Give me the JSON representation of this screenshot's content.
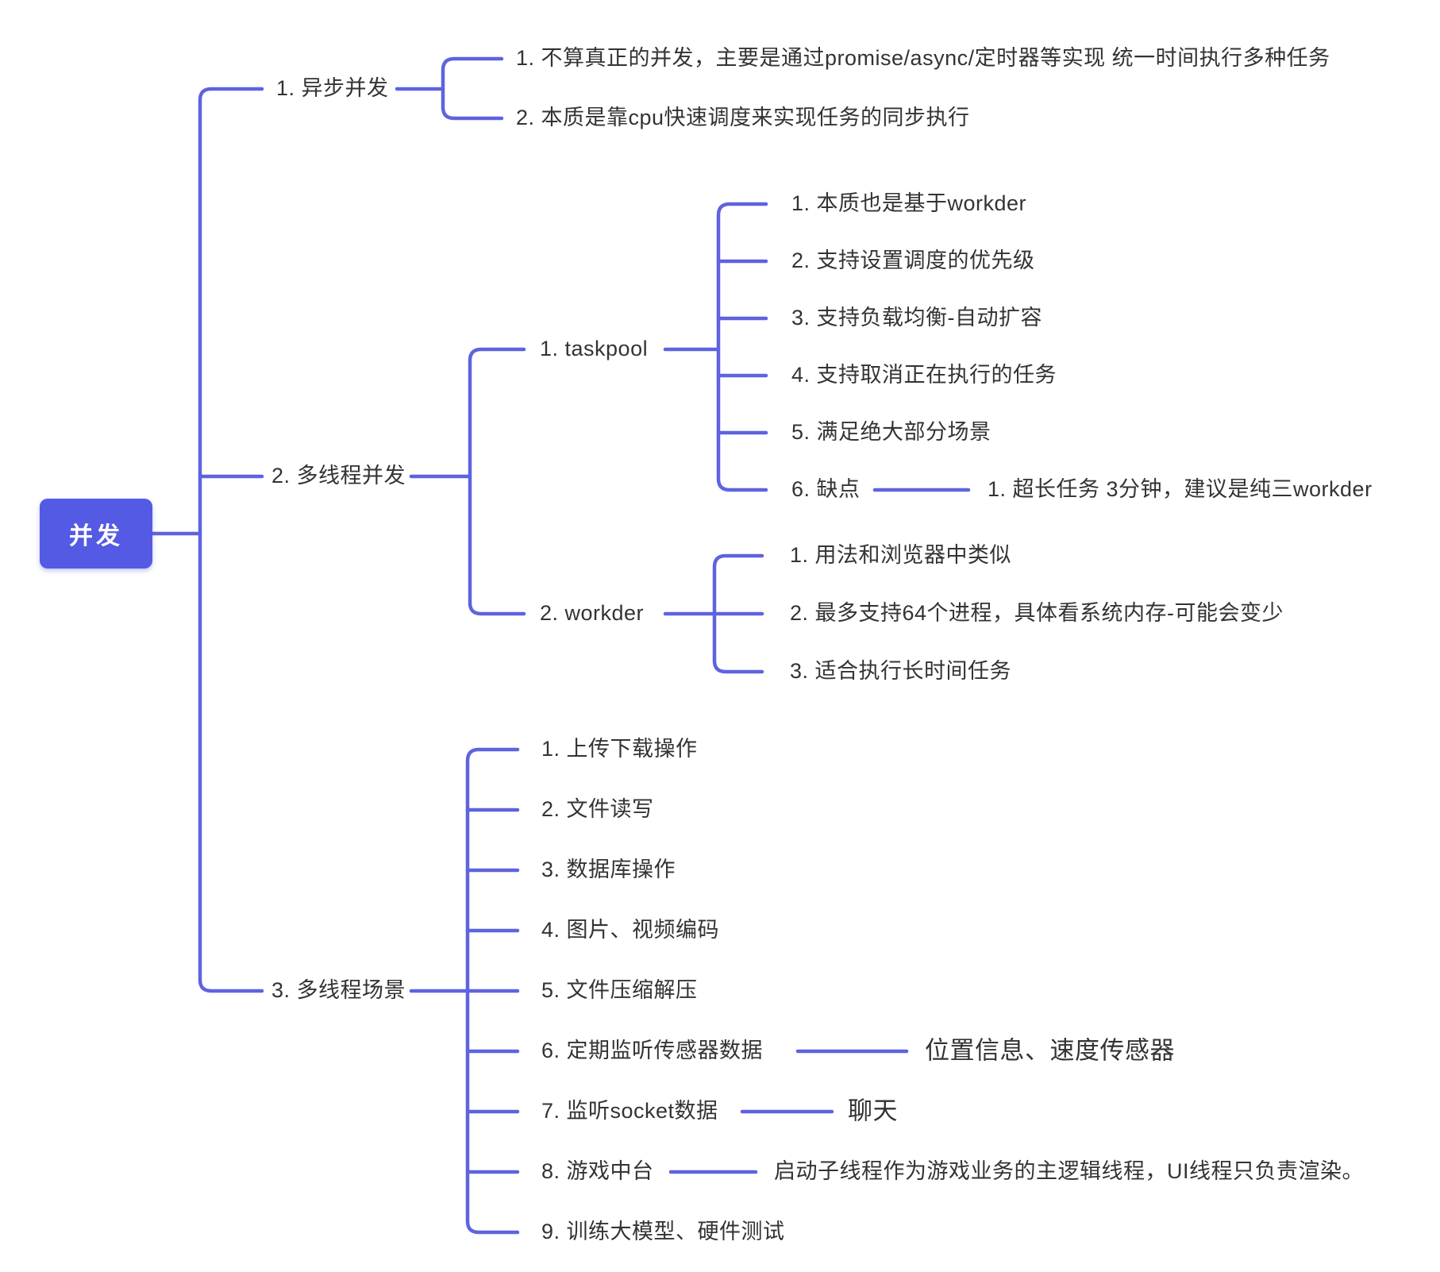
{
  "colors": {
    "line": "#5E63DF",
    "root_fill": "#545AE3",
    "text": "#333333",
    "root_text": "#FFFFFF"
  },
  "root": {
    "label": "并发"
  },
  "branches": [
    {
      "label": "1. 异步并发",
      "children": [
        {
          "label": "1. 不算真正的并发，主要是通过promise/async/定时器等实现 统一时间执行多种任务"
        },
        {
          "label": "2. 本质是靠cpu快速调度来实现任务的同步执行"
        }
      ]
    },
    {
      "label": "2. 多线程并发",
      "children": [
        {
          "label": "1. taskpool",
          "children": [
            {
              "label": "1. 本质也是基于workder"
            },
            {
              "label": "2. 支持设置调度的优先级"
            },
            {
              "label": "3. 支持负载均衡-自动扩容"
            },
            {
              "label": "4. 支持取消正在执行的任务"
            },
            {
              "label": "5. 满足绝大部分场景"
            },
            {
              "label": "6. 缺点",
              "children": [
                {
                  "label": "1. 超长任务 3分钟，建议是纯三workder"
                }
              ]
            }
          ]
        },
        {
          "label": "2. workder",
          "children": [
            {
              "label": "1. 用法和浏览器中类似"
            },
            {
              "label": "2. 最多支持64个进程，具体看系统内存-可能会变少"
            },
            {
              "label": "3. 适合执行长时间任务"
            }
          ]
        }
      ]
    },
    {
      "label": "3. 多线程场景",
      "children": [
        {
          "label": "1. 上传下载操作"
        },
        {
          "label": "2. 文件读写"
        },
        {
          "label": "3. 数据库操作"
        },
        {
          "label": "4. 图片、视频编码"
        },
        {
          "label": "5. 文件压缩解压"
        },
        {
          "label": "6. 定期监听传感器数据",
          "children": [
            {
              "label": "位置信息、速度传感器"
            }
          ]
        },
        {
          "label": "7. 监听socket数据",
          "children": [
            {
              "label": "聊天"
            }
          ]
        },
        {
          "label": "8. 游戏中台",
          "children": [
            {
              "label": "启动子线程作为游戏业务的主逻辑线程，UI线程只负责渲染。"
            }
          ]
        },
        {
          "label": "9. 训练大模型、硬件测试"
        }
      ]
    }
  ]
}
